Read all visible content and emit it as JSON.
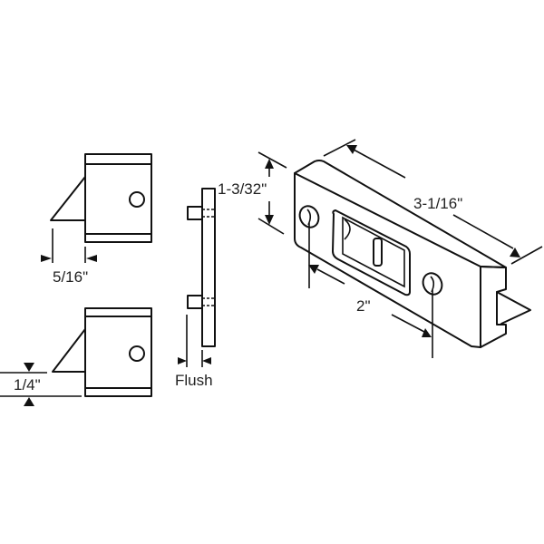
{
  "diagram": {
    "title": "Window sash latch with strike - dimension drawing",
    "colors": {
      "line": "#111111",
      "background": "#ffffff",
      "text": "#222222"
    },
    "views": [
      {
        "id": "latch-top-view",
        "description": "Latch body with angled bolt, side view"
      },
      {
        "id": "latch-bottom-view",
        "description": "Latch body with angled bolt, side view"
      },
      {
        "id": "edge-view",
        "description": "Plate edge view with two pins"
      },
      {
        "id": "isometric-view",
        "description": "Latch plate isometric view with two screw holes and slide"
      }
    ],
    "dimensions": {
      "bolt_projection": "5/16\"",
      "bolt_height": "1/4\"",
      "edge_offset": "Flush",
      "plate_height": "1-3/32\"",
      "plate_length": "3-1/16\"",
      "hole_spacing": "2\""
    }
  }
}
